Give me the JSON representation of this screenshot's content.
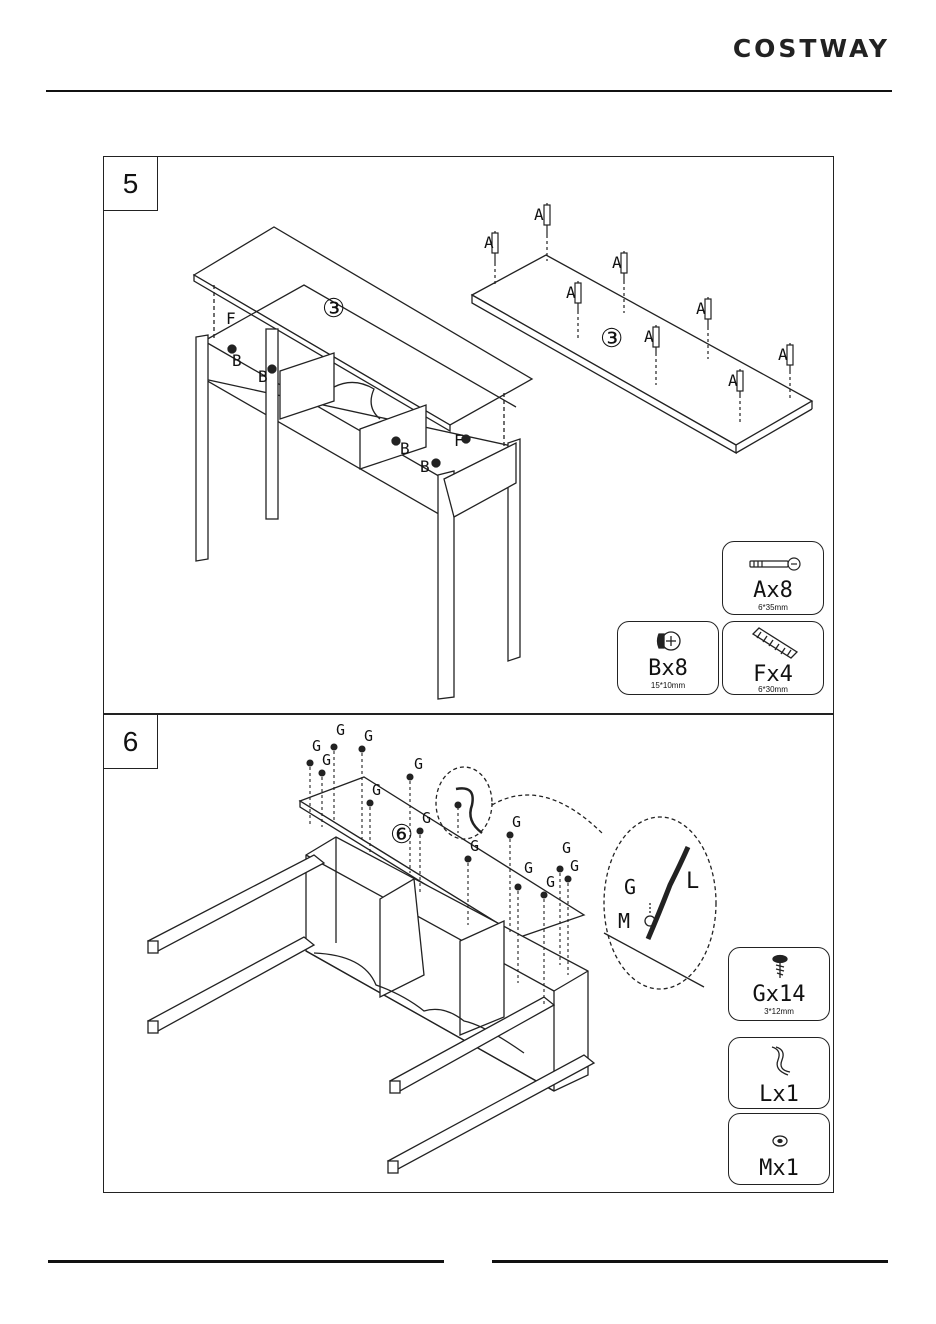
{
  "header": {
    "brand": "COSTWAY"
  },
  "steps": [
    {
      "number": "5",
      "diagram_labels": {
        "panel_number": "③",
        "screw": "A",
        "cam_lock": "B",
        "dowel": "F"
      },
      "parts": [
        {
          "id": "A",
          "label": "Ax8",
          "spec": "6*35mm",
          "icon": "bolt-icon"
        },
        {
          "id": "B",
          "label": "Bx8",
          "spec": "15*10mm",
          "icon": "cam-lock-icon"
        },
        {
          "id": "F",
          "label": "Fx4",
          "spec": "6*30mm",
          "icon": "dowel-icon"
        }
      ]
    },
    {
      "number": "6",
      "diagram_labels": {
        "panel_number": "⑥",
        "screw": "G",
        "bracket": "L",
        "washer": "M"
      },
      "parts": [
        {
          "id": "G",
          "label": "Gx14",
          "spec": "3*12mm",
          "icon": "wood-screw-icon"
        },
        {
          "id": "L",
          "label": "Lx1",
          "spec": "",
          "icon": "curved-bracket-icon"
        },
        {
          "id": "M",
          "label": "Mx1",
          "spec": "",
          "icon": "washer-icon"
        }
      ]
    }
  ]
}
